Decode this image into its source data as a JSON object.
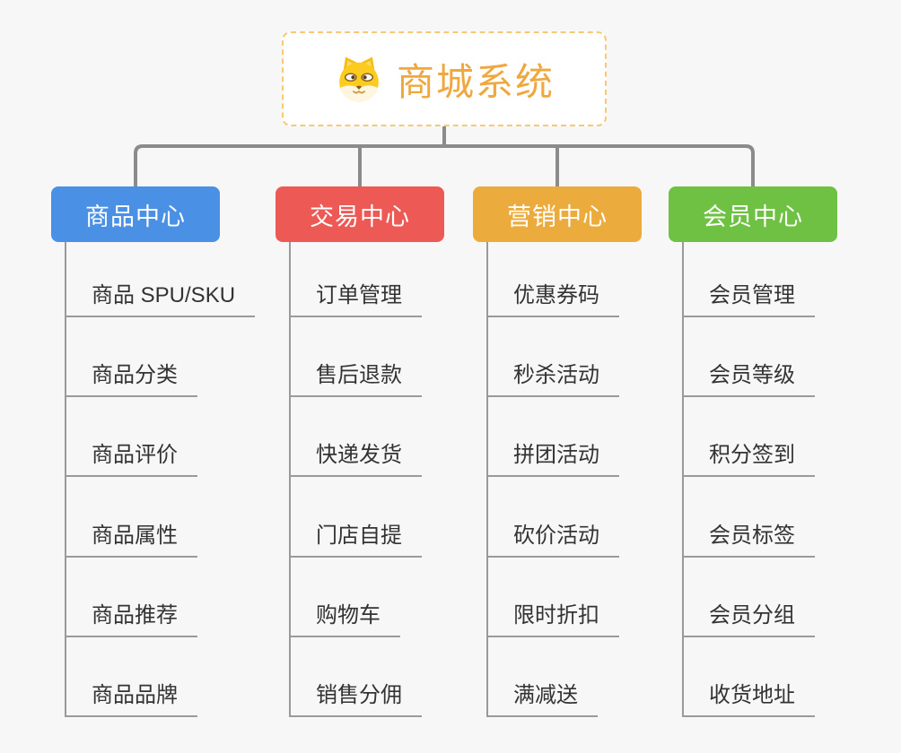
{
  "background_color": "#F7F7F7",
  "connector_color": "#8B8B8B",
  "root": {
    "label": "商城系统",
    "icon": "shiba-dog-icon",
    "text_color": "#F0A73E",
    "border_color": "#F8C874"
  },
  "branches": [
    {
      "label": "商品中心",
      "color": "#4A90E5",
      "children": [
        "商品 SPU/SKU",
        "商品分类",
        "商品评价",
        "商品属性",
        "商品推荐",
        "商品品牌"
      ]
    },
    {
      "label": "交易中心",
      "color": "#ED5A55",
      "children": [
        "订单管理",
        "售后退款",
        "快递发货",
        "门店自提",
        "购物车",
        "销售分佣"
      ]
    },
    {
      "label": "营销中心",
      "color": "#EBAB3D",
      "children": [
        "优惠券码",
        "秒杀活动",
        "拼团活动",
        "砍价活动",
        "限时折扣",
        "满减送"
      ]
    },
    {
      "label": "会员中心",
      "color": "#6EC142",
      "children": [
        "会员管理",
        "会员等级",
        "积分签到",
        "会员标签",
        "会员分组",
        "收货地址"
      ]
    }
  ]
}
